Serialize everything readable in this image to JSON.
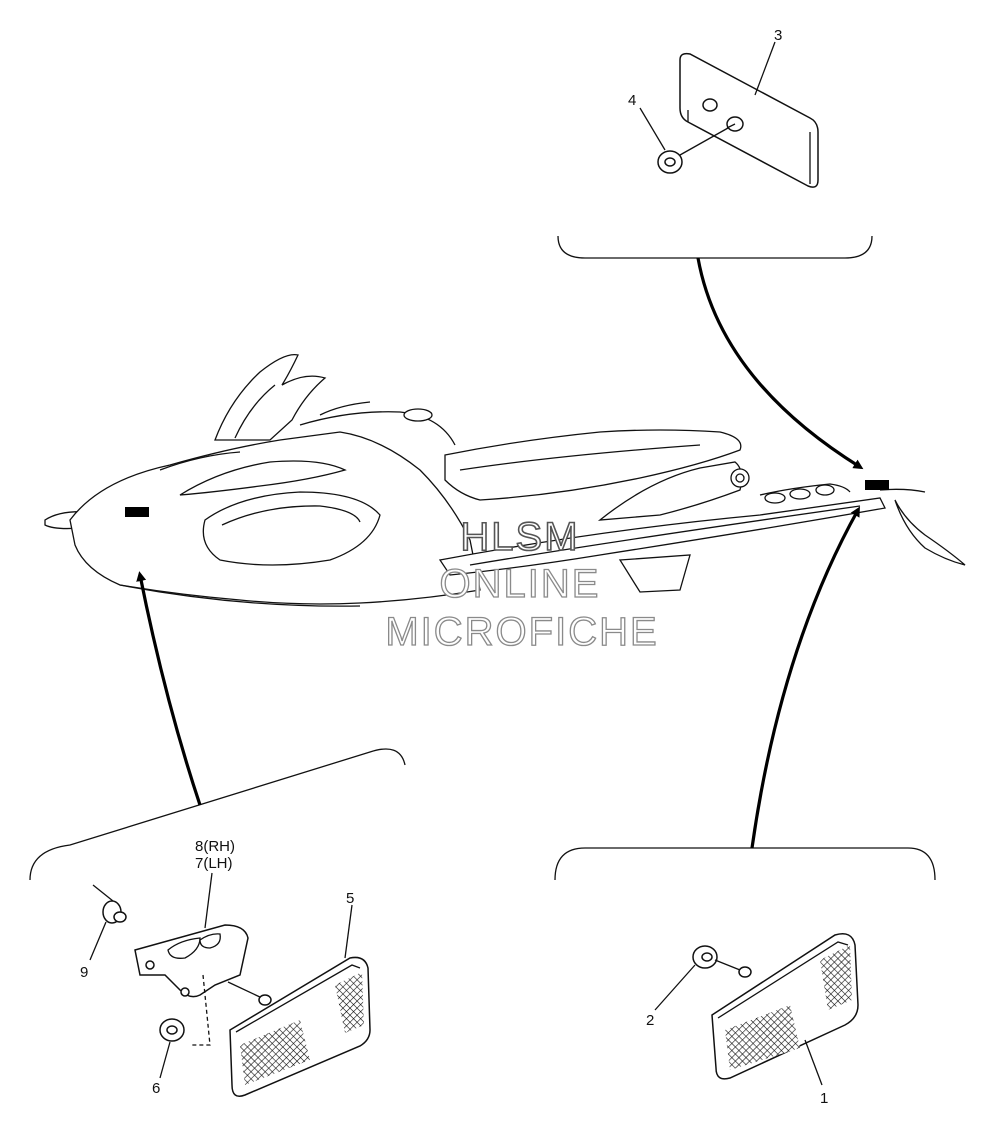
{
  "callouts": {
    "c1": "1",
    "c2": "2",
    "c3": "3",
    "c4": "4",
    "c5": "5",
    "c6": "6",
    "c7_8_line1": "8(RH)",
    "c7_8_line2": "7(LH)",
    "c9": "9"
  },
  "watermark": {
    "line1": "HLSM",
    "line2": "ONLINE",
    "line3": "MICROFICHE"
  },
  "colors": {
    "line": "#111111",
    "background": "#ffffff",
    "reflector_mark": "#000000",
    "watermark_stroke": "#8a8a8a"
  }
}
